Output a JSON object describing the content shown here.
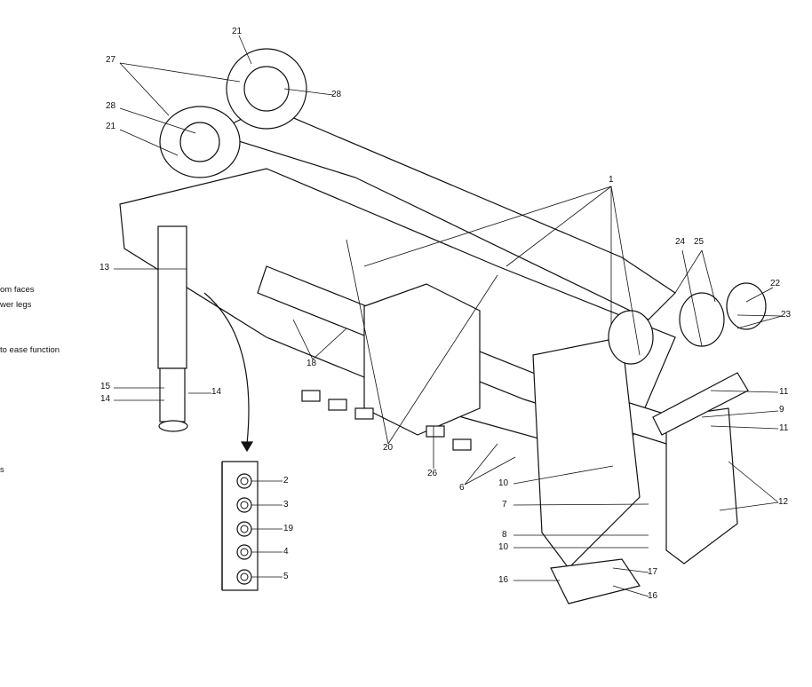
{
  "text_fragments": [
    "om faces",
    "wer legs",
    "to ease function",
    "s"
  ],
  "callouts": [
    "21",
    "27",
    "28",
    "28",
    "21",
    "13",
    "1",
    "24",
    "25",
    "22",
    "23",
    "11",
    "9",
    "11",
    "12",
    "10",
    "7",
    "8",
    "10",
    "17",
    "16",
    "16",
    "6",
    "26",
    "20",
    "18",
    "15",
    "14",
    "14",
    "2",
    "3",
    "19",
    "4",
    "5"
  ]
}
